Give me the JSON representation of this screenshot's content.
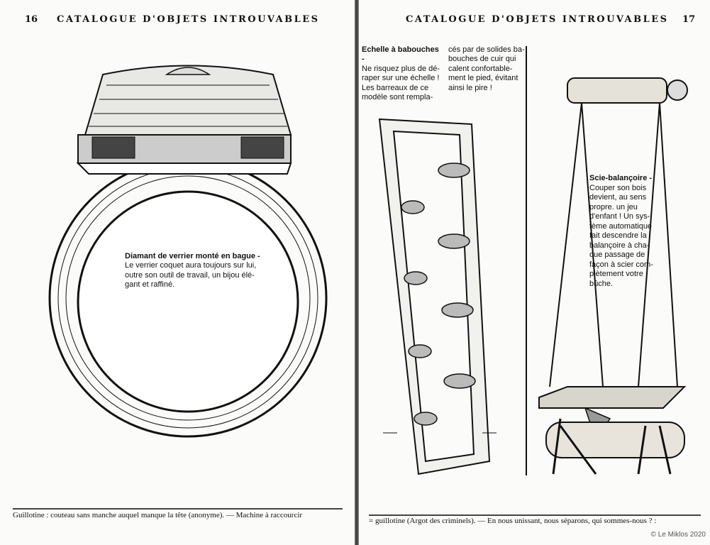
{
  "left_page": {
    "page_number": "16",
    "header": "CATALOGUE D'OBJETS INTROUVABLES",
    "caption": {
      "title": "Diamant de verrier monté en bague -",
      "lines": [
        "Le verrier coquet aura toujours sur lui,",
        "outre son outil de travail, un bijou élé-",
        "gant et raffiné."
      ]
    },
    "footer": "Guillotine : couteau sans manche auquel manque la tête (anonyme). — Machine à raccourcir"
  },
  "right_page": {
    "page_number": "17",
    "header": "CATALOGUE D'OBJETS INTROUVABLES",
    "caption_ladder": {
      "title": "Echelle à babouches -",
      "col1": [
        "Ne risquez plus de dé-",
        "raper sur une échelle !",
        "Les barreaux de ce",
        "modèle sont rempla-"
      ],
      "col2": [
        "cés par de solides ba-",
        "bouches de cuir qui",
        "calent confortable-",
        "ment le pied, évitant",
        "ainsi le pire !"
      ]
    },
    "caption_swing": {
      "title": "Scie-balançoire -",
      "lines": [
        "Couper son bois",
        "devient, au sens",
        "propre. un jeu",
        "d'enfant ! Un sys-",
        "tème automatique",
        "fait descendre la",
        "balançoire à cha-",
        "que passage de",
        "façon à scier com-",
        "plètement votre",
        "bûche."
      ]
    },
    "footer": "= guillotine (Argot des criminels). — En nous unissant, nous séparons, qui sommes-nous ? :"
  },
  "copyright": "© Le Miklos 2020"
}
